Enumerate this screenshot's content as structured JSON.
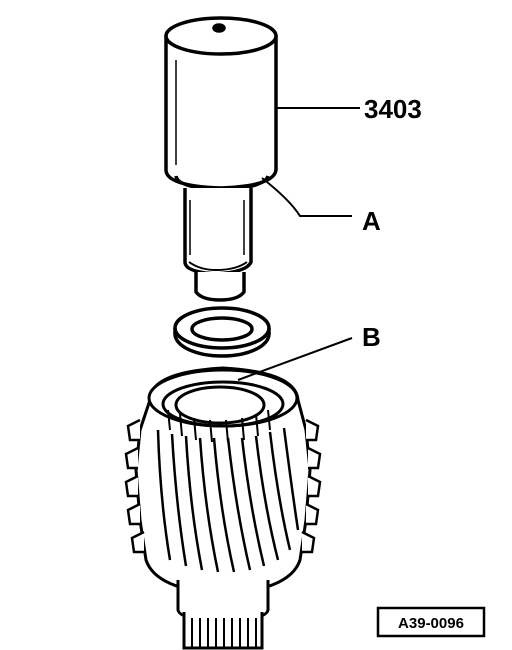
{
  "callouts": {
    "tool": "3403",
    "a": "A",
    "b": "B"
  },
  "figure_ref": "A39-0096",
  "colors": {
    "ink": "#000000",
    "paper": "#ffffff"
  }
}
